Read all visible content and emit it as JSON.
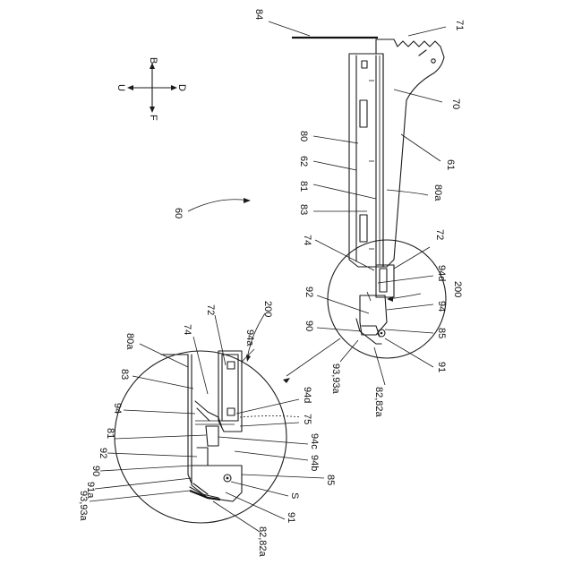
{
  "labels": {
    "l84": "84",
    "l71": "71",
    "l70": "70",
    "l61": "61",
    "l80_top": "80",
    "l62": "62",
    "l81_top": "81",
    "l80a_top": "80a",
    "l83_top": "83",
    "l74_top": "74",
    "l72_top": "72",
    "l94d_top": "94d",
    "l92_top": "92",
    "l200_top": "200",
    "l94_top": "94",
    "l90_top": "90",
    "l85_top": "85",
    "l91_top": "91",
    "l9393a_top": "93,93a",
    "l8282a_top": "82,82a",
    "l60": "60",
    "l80a_d": "80a",
    "l74_d": "74",
    "l72_d": "72",
    "l200_d": "200",
    "l94a_d": "94a",
    "l83_d": "83",
    "l94_d": "94",
    "l94d_d": "94d",
    "l75_d": "75",
    "l81_d": "81",
    "l94c_d": "94c",
    "l92_d": "92",
    "l94b_d": "94b",
    "l90_d": "90",
    "l85_d": "85",
    "l91a_d": "91a",
    "lS_d": "S",
    "l9393a_d": "93,93a",
    "l91_d": "91",
    "l8282a_d": "82,82a"
  },
  "directions": {
    "up": "B",
    "down": "F",
    "left": "U",
    "right": "D"
  }
}
